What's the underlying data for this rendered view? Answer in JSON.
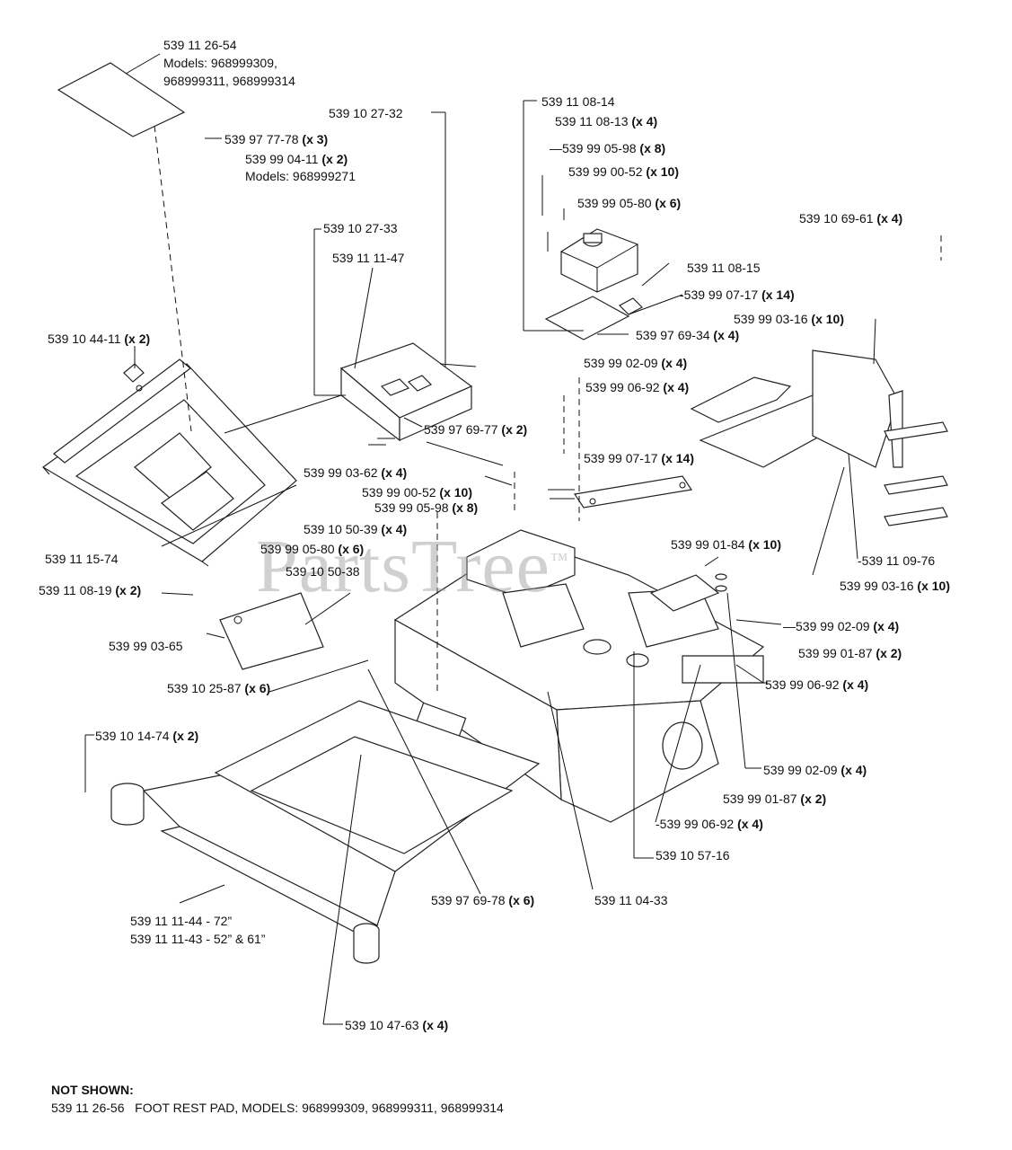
{
  "labels": {
    "l1": {
      "text": "539 11 26-54",
      "qty": ""
    },
    "l1b": {
      "text": "Models: 968999309,",
      "qty": ""
    },
    "l1c": {
      "text": "968999311, 968999314",
      "qty": ""
    },
    "l2": {
      "text": "539 97 77-78",
      "qty": "(x 3)"
    },
    "l3": {
      "text": "539 99 04-11",
      "qty": "(x 2)"
    },
    "l3b": {
      "text": "Models: 968999271",
      "qty": ""
    },
    "l4": {
      "text": "539 10 27-32",
      "qty": ""
    },
    "l5": {
      "text": "539 10 27-33",
      "qty": ""
    },
    "l6": {
      "text": "539 11 11-47",
      "qty": ""
    },
    "l7": {
      "text": "539 10 44-11",
      "qty": "(x 2)"
    },
    "l8": {
      "text": "539 11 08-14",
      "qty": ""
    },
    "l9": {
      "text": "539 11 08-13",
      "qty": "(x 4)"
    },
    "l10": {
      "text": "539 99 05-98",
      "qty": "(x 8)"
    },
    "l11": {
      "text": "539 99 00-52",
      "qty": "(x 10)"
    },
    "l12": {
      "text": "539 99 05-80",
      "qty": "(x 6)"
    },
    "l13": {
      "text": "539 10 69-61",
      "qty": "(x 4)"
    },
    "l14": {
      "text": "539 11 08-15",
      "qty": ""
    },
    "l15": {
      "text": "539 99 07-17",
      "qty": "(x 14)"
    },
    "l16": {
      "text": "539 99 03-16",
      "qty": "(x 10)"
    },
    "l17": {
      "text": "539 97 69-34",
      "qty": "(x 4)"
    },
    "l18": {
      "text": "539 99 02-09",
      "qty": "(x 4)"
    },
    "l19": {
      "text": "539 99 06-92",
      "qty": "(x 4)"
    },
    "l20": {
      "text": "539 97 69-77",
      "qty": "(x 2)"
    },
    "l21": {
      "text": "539 99 07-17",
      "qty": "(x 14)"
    },
    "l22": {
      "text": "539 99 03-62",
      "qty": "(x 4)"
    },
    "l23": {
      "text": "539 99 00-52",
      "qty": "(x 10)"
    },
    "l24": {
      "text": "539 99 05-98",
      "qty": "(x 8)"
    },
    "l25": {
      "text": "539 10 50-39",
      "qty": "(x 4)"
    },
    "l26": {
      "text": "539 99 05-80",
      "qty": "(x 6)"
    },
    "l27": {
      "text": "539 10 50-38",
      "qty": ""
    },
    "l28": {
      "text": "539 11 15-74",
      "qty": ""
    },
    "l29": {
      "text": "539 11 08-19",
      "qty": "(x 2)"
    },
    "l30": {
      "text": "539 99 01-84",
      "qty": "(x 10)"
    },
    "l31": {
      "text": "539 11 09-76",
      "qty": ""
    },
    "l32": {
      "text": "539 99 03-16",
      "qty": "(x 10)"
    },
    "l33": {
      "text": "539 99 03-65",
      "qty": ""
    },
    "l34": {
      "text": "539 99 02-09",
      "qty": "(x 4)"
    },
    "l35": {
      "text": "539 99 01-87",
      "qty": "(x 2)"
    },
    "l36": {
      "text": "539 10 25-87",
      "qty": "(x 6)"
    },
    "l37": {
      "text": "539 99 06-92",
      "qty": "(x 4)"
    },
    "l38": {
      "text": "539 10 14-74",
      "qty": "(x 2)"
    },
    "l39": {
      "text": "539 99 02-09",
      "qty": "(x 4)"
    },
    "l40": {
      "text": "539 99 01-87",
      "qty": "(x 2)"
    },
    "l41": {
      "text": "539 99 06-92",
      "qty": "(x 4)"
    },
    "l42": {
      "text": "539 10 57-16",
      "qty": ""
    },
    "l43": {
      "text": "539 97 69-78",
      "qty": "(x 6)"
    },
    "l44": {
      "text": "539 11 04-33",
      "qty": ""
    },
    "l45": {
      "text": "539 11 11-44 - 72”",
      "qty": ""
    },
    "l46": {
      "text": "539 11 11-43 - 52” & 61”",
      "qty": ""
    },
    "l47": {
      "text": "539 10 47-63",
      "qty": "(x 4)"
    }
  },
  "not_shown": {
    "heading": "NOT SHOWN:",
    "line": "539 11 26-56   FOOT REST PAD, MODELS: 968999309, 968999311, 968999314"
  },
  "watermark": {
    "text": "PartsTree",
    "tm": "™"
  }
}
